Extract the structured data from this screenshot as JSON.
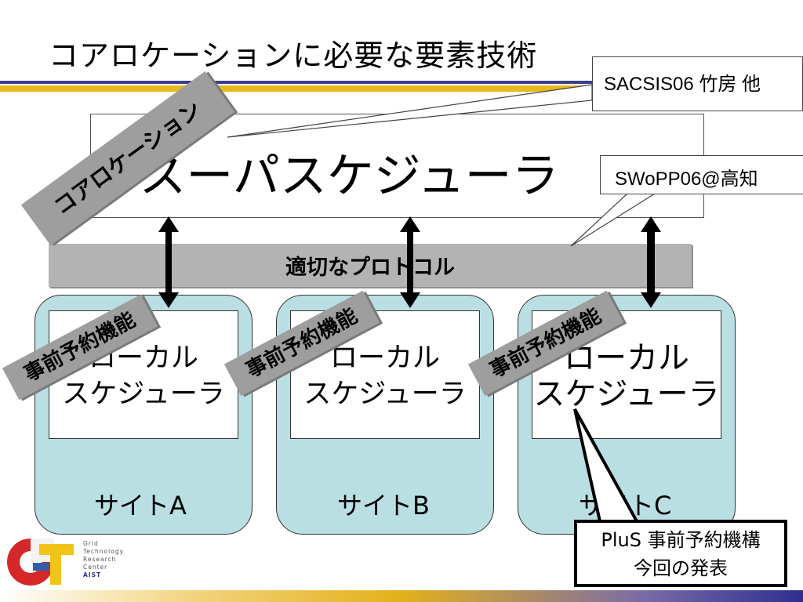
{
  "title": "コアロケーションに必要な要素技術",
  "super_scheduler": "スーパスケジューラ",
  "coallocation_tag": "コアロケーション",
  "protocol": "適切なプロトコル",
  "reservation_tag": "事前予約機能",
  "sites": [
    {
      "local_line1": "ローカル",
      "local_line2": "スケジューラ",
      "site_label": "サイトA"
    },
    {
      "local_line1": "ローカル",
      "local_line2": "スケジューラ",
      "site_label": "サイトB"
    },
    {
      "local_line1": "ローカル",
      "local_line2": "スケジューラ",
      "site_label": "サイトC"
    }
  ],
  "callouts": {
    "sacsis": "SACSIS06 竹房 他",
    "swopp": "SWoPP06@高知",
    "plus_line1": "PluS 事前予約機構",
    "plus_line2": "今回の発表"
  },
  "logo": {
    "lines": [
      "Grid",
      "Technology",
      "Research",
      "Center",
      "AIST"
    ]
  },
  "colors": {
    "site_fill": "#b9dfe3",
    "protocol_bar": "#b3b3b3",
    "tag_gray": "#9e9e9e",
    "header_blue": "#3c3f8f",
    "header_gold": "#e8b91c"
  }
}
